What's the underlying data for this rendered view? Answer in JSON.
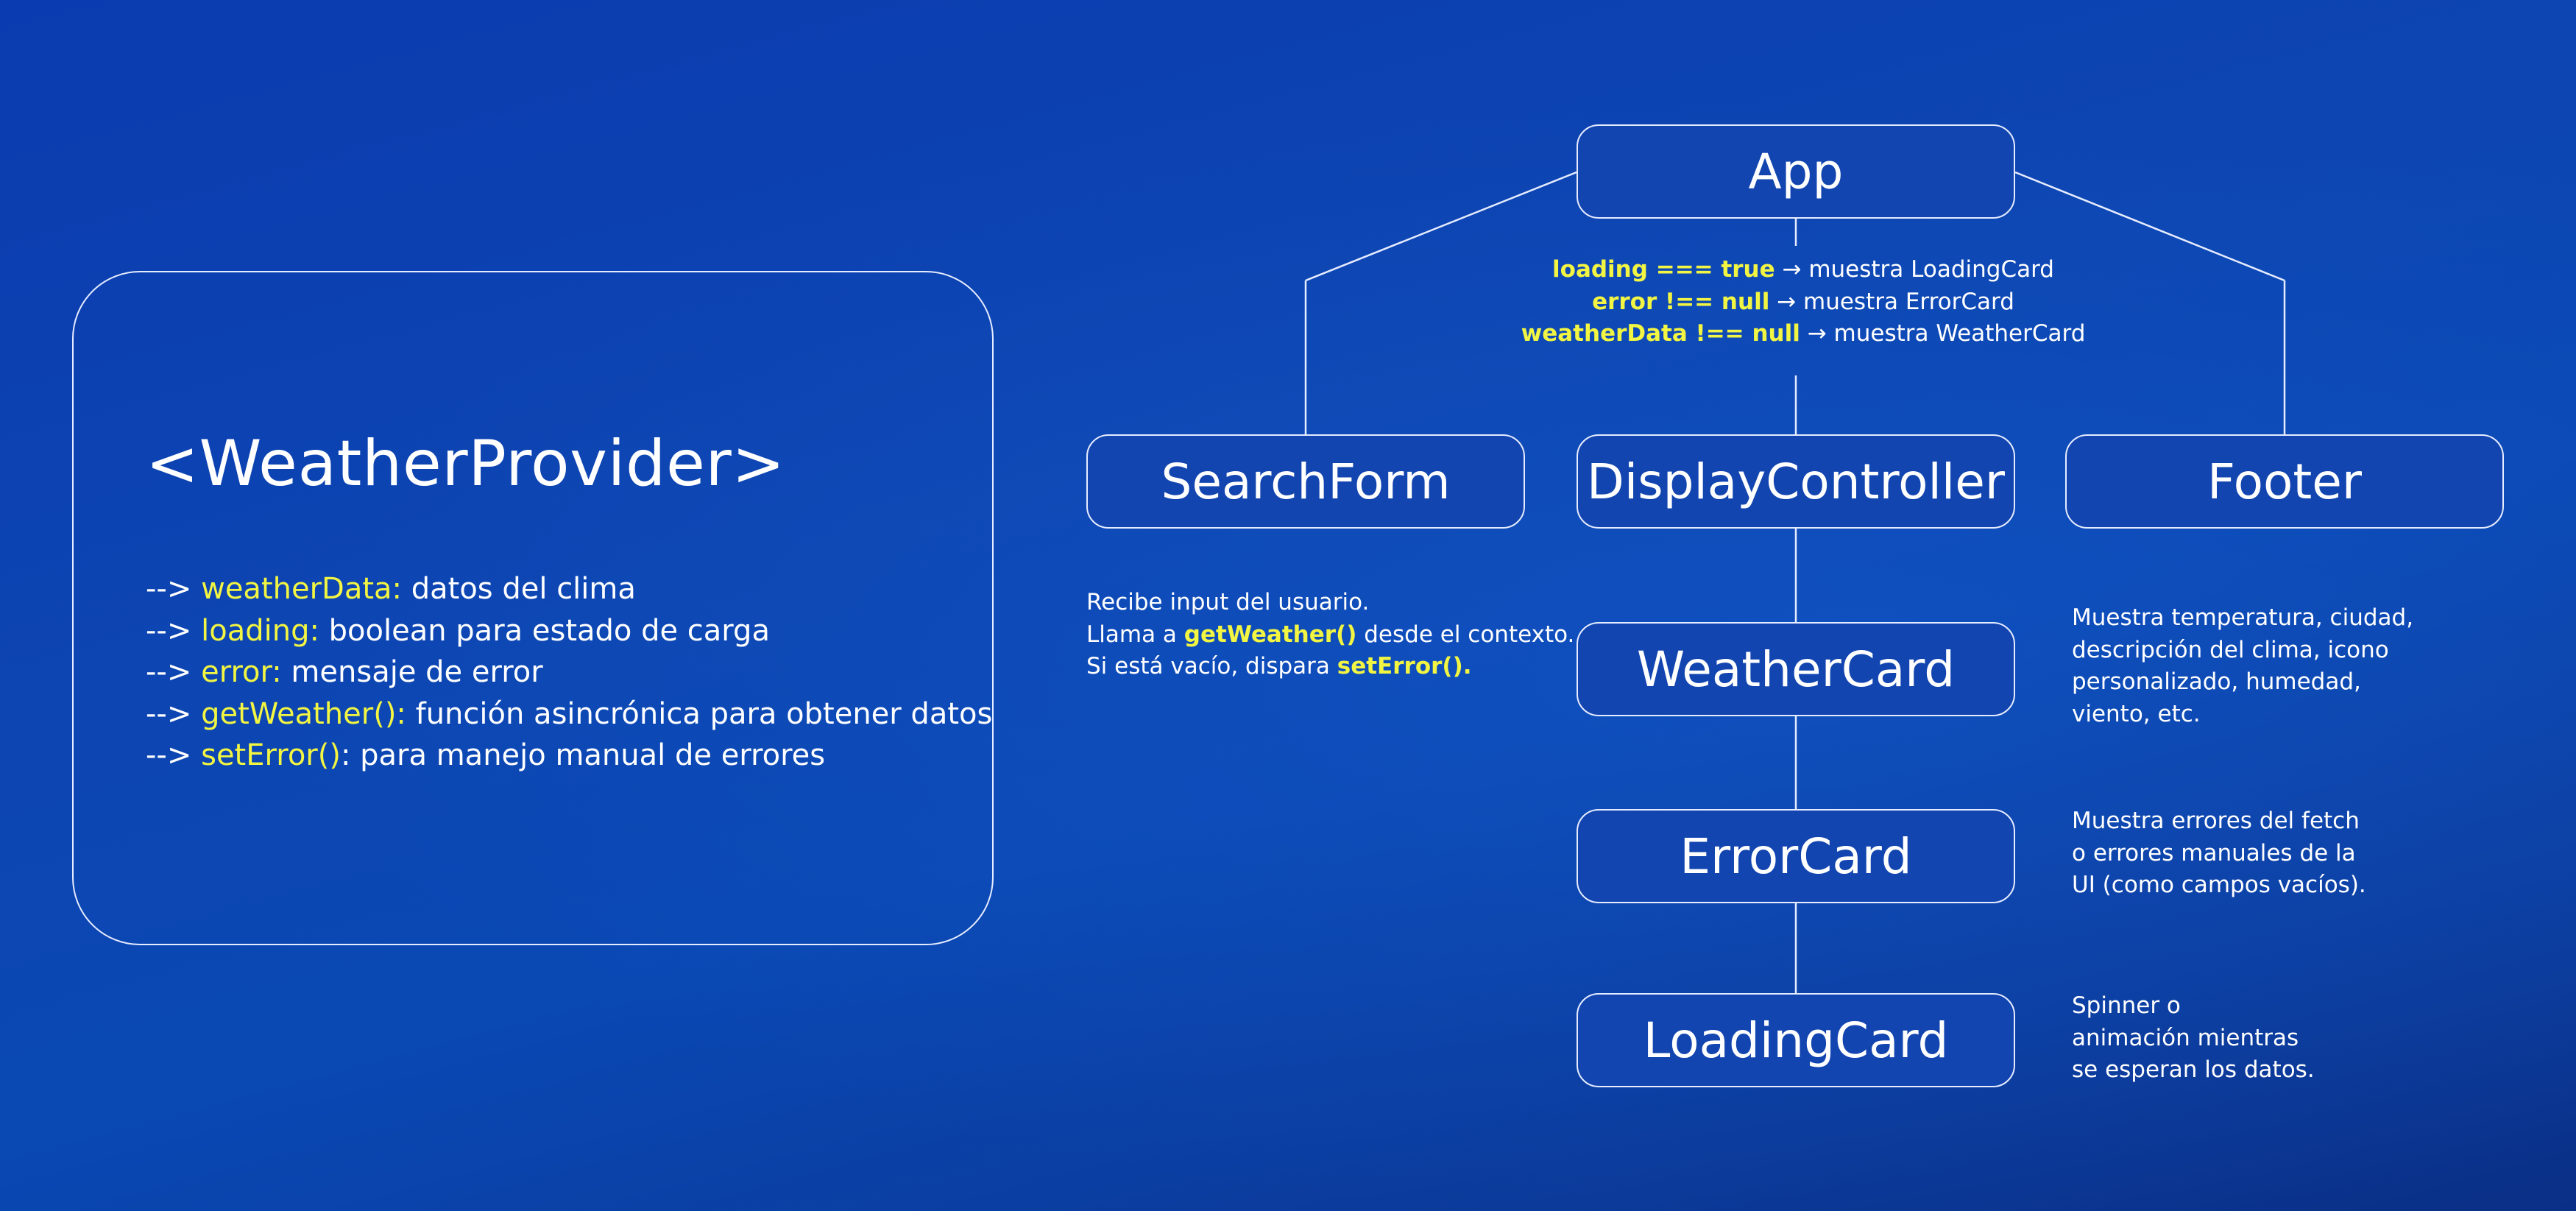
{
  "provider": {
    "title": "<WeatherProvider>",
    "items": [
      {
        "prefix": "--> ",
        "key": "weatherData:",
        "text": " datos del clima"
      },
      {
        "prefix": "--> ",
        "key": "loading:",
        "text": " boolean para estado de carga"
      },
      {
        "prefix": "--> ",
        "key": "error:",
        "text": " mensaje de error"
      },
      {
        "prefix": "--> ",
        "key": "getWeather():",
        "text": " función asincrónica para obtener datos"
      },
      {
        "prefix": "--> ",
        "key": "setError()",
        "text": ": para manejo manual de errores"
      }
    ]
  },
  "nodes": {
    "app": "App",
    "search_form": "SearchForm",
    "display_controller": "DisplayController",
    "footer": "Footer",
    "weather_card": "WeatherCard",
    "error_card": "ErrorCard",
    "loading_card": "LoadingCard"
  },
  "conditions": [
    {
      "cond": "loading === true",
      "text": " → muestra LoadingCard"
    },
    {
      "cond": "error !== null",
      "text": " → muestra ErrorCard"
    },
    {
      "cond": "weatherData !== null",
      "text": " → muestra WeatherCard"
    }
  ],
  "descriptions": {
    "search_form": {
      "line1": "Recibe input del usuario.",
      "line2_pre": "Llama a ",
      "line2_hl": "getWeather()",
      "line2_post": " desde el contexto.",
      "line3_pre": "Si está vacío, dispara ",
      "line3_hl": "setError()."
    },
    "weather_card": [
      "Muestra temperatura, ciudad,",
      "descripción del clima, icono",
      "personalizado, humedad,",
      "viento, etc."
    ],
    "error_card": [
      "Muestra errores del fetch",
      "o errores manuales de la",
      "UI (como campos vacíos)."
    ],
    "loading_card": [
      "Spinner o",
      "animación mientras",
      "se esperan los datos."
    ]
  },
  "colors": {
    "background": "#0b3fb0",
    "highlight": "#f2f542",
    "stroke": "#e6ecff",
    "text": "#ffffff"
  }
}
